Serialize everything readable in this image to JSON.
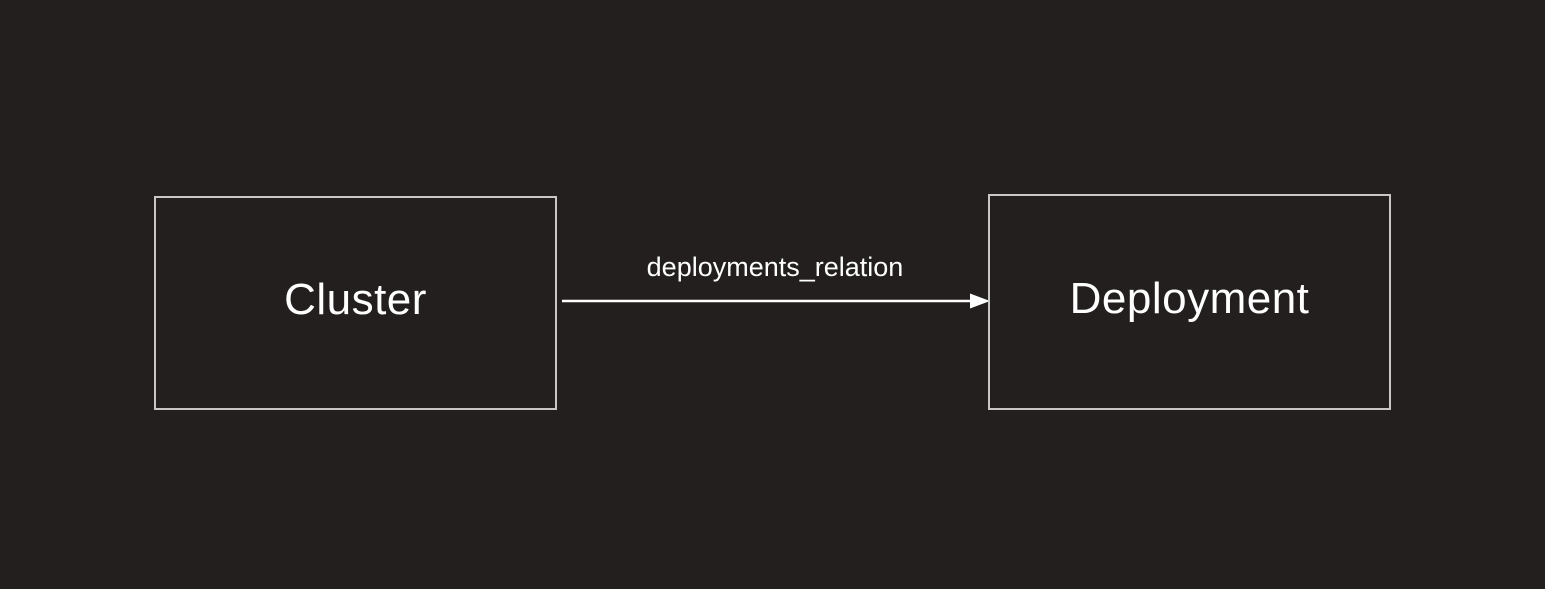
{
  "diagram": {
    "background_color": "#221F1E",
    "node_border_color": "#C9C7C5",
    "text_color": "#FFFFFF",
    "arrow_color": "#FFFFFF",
    "nodes": [
      {
        "id": "cluster",
        "label": "Cluster"
      },
      {
        "id": "deployment",
        "label": "Deployment"
      }
    ],
    "edges": [
      {
        "from": "cluster",
        "to": "deployment",
        "label": "deployments_relation"
      }
    ]
  }
}
